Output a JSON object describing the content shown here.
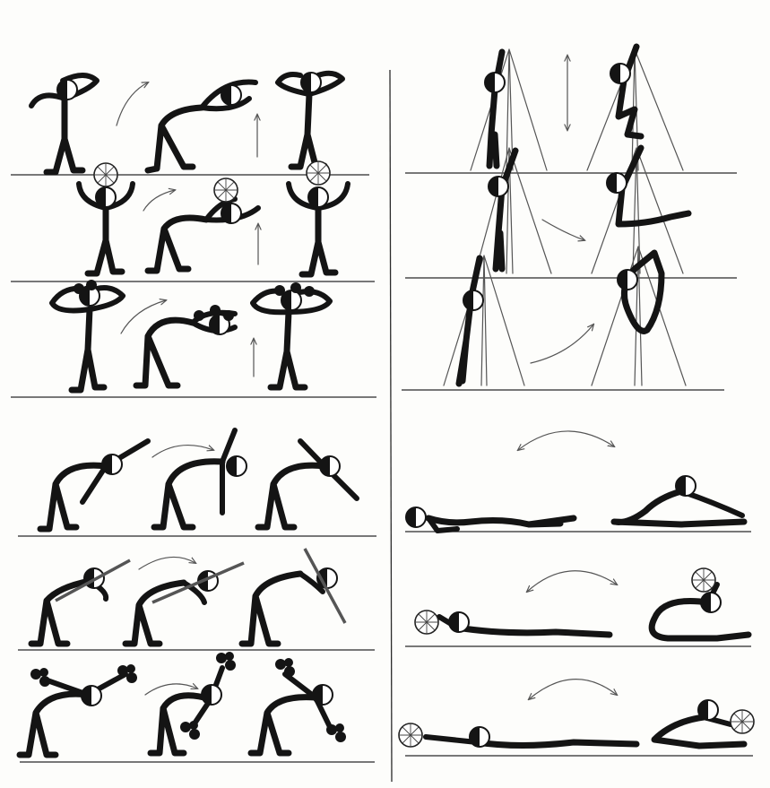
{
  "sheet": {
    "paper_color": "#fdfdfb",
    "ink_color": "#141414",
    "panels": [
      {
        "side": "left",
        "rows": [
          "head-clasp-forward-bend",
          "ball-overhead-forward-bend",
          "hands-on-head-deep-bend"
        ]
      },
      {
        "side": "right",
        "rows": [
          "wall-bar-hang",
          "wall-bar-knee-raise",
          "wall-bar-pike"
        ]
      },
      {
        "side": "left",
        "rows": [
          "arm-swing-side-bend",
          "stick-forward-bend",
          "dumbbell-bend-and-swing"
        ]
      },
      {
        "side": "right",
        "rows": [
          "lying-sit-up-reach",
          "lying-ball-sit-up",
          "lying-ball-pass"
        ]
      }
    ],
    "icons": [
      "stick-figure-icon",
      "ball-icon",
      "gymnastic-stick-icon",
      "dumbbell-icon",
      "wall-bars-icon",
      "arc-arrow-icon",
      "vertical-arrow-icon"
    ]
  }
}
